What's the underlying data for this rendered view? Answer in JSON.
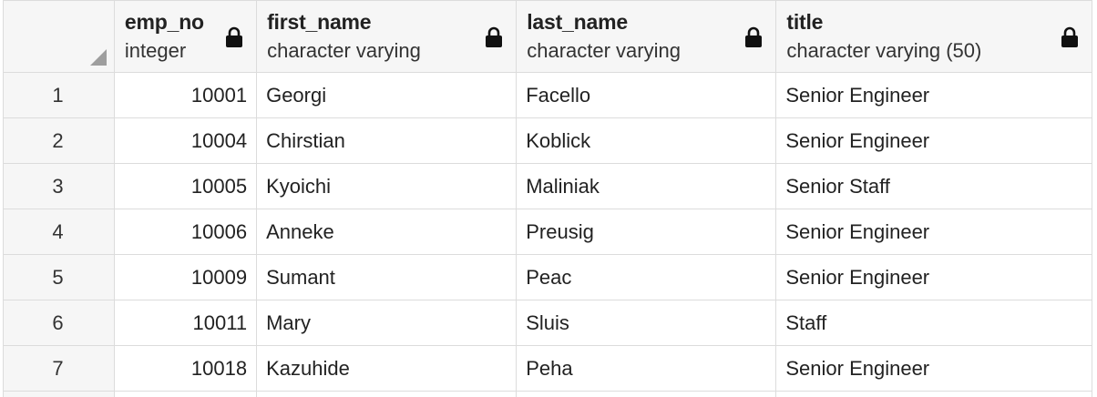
{
  "columns": [
    {
      "name": "emp_no",
      "type": "integer"
    },
    {
      "name": "first_name",
      "type": "character varying"
    },
    {
      "name": "last_name",
      "type": "character varying"
    },
    {
      "name": "title",
      "type": "character varying (50)"
    }
  ],
  "rows": [
    {
      "index": "1",
      "emp_no": "10001",
      "first_name": "Georgi",
      "last_name": "Facello",
      "title": "Senior Engineer"
    },
    {
      "index": "2",
      "emp_no": "10004",
      "first_name": "Chirstian",
      "last_name": "Koblick",
      "title": "Senior Engineer"
    },
    {
      "index": "3",
      "emp_no": "10005",
      "first_name": "Kyoichi",
      "last_name": "Maliniak",
      "title": "Senior Staff"
    },
    {
      "index": "4",
      "emp_no": "10006",
      "first_name": "Anneke",
      "last_name": "Preusig",
      "title": "Senior Engineer"
    },
    {
      "index": "5",
      "emp_no": "10009",
      "first_name": "Sumant",
      "last_name": "Peac",
      "title": "Senior Engineer"
    },
    {
      "index": "6",
      "emp_no": "10011",
      "first_name": "Mary",
      "last_name": "Sluis",
      "title": "Staff"
    },
    {
      "index": "7",
      "emp_no": "10018",
      "first_name": "Kazuhide",
      "last_name": "Peha",
      "title": "Senior Engineer"
    }
  ],
  "icons": {
    "column_lock": "lock-icon",
    "select_all": "corner-triangle-icon"
  },
  "colors": {
    "header_bg": "#f6f6f6",
    "grid_line": "#dcdcdc",
    "text": "#222222"
  }
}
